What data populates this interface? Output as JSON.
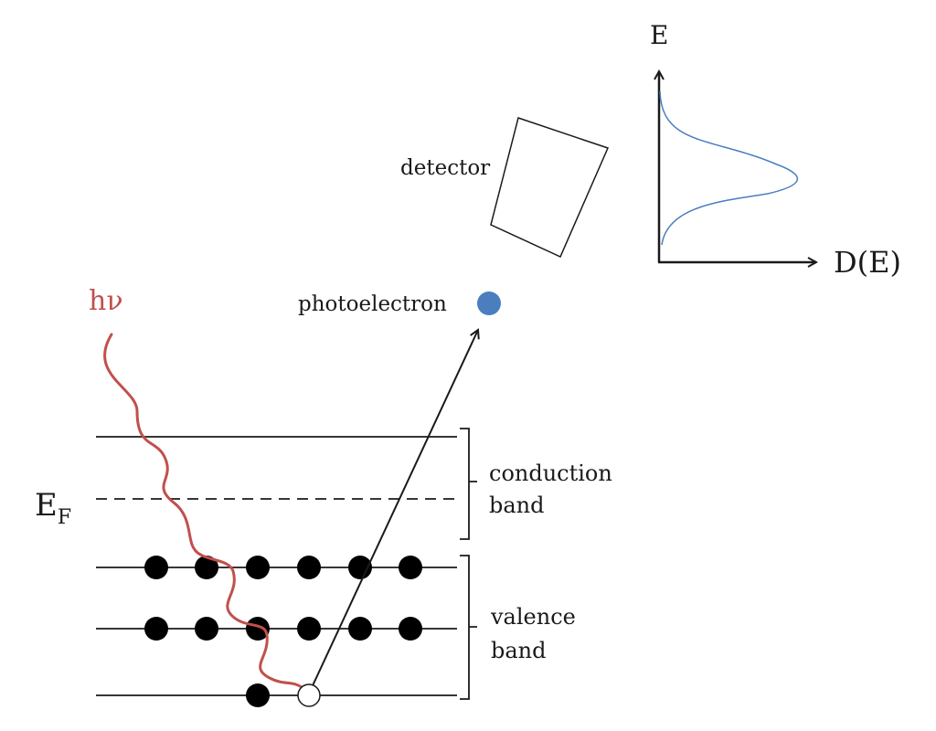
{
  "labels": {
    "photon": "hν",
    "photoelectron": "photoelectron",
    "detector": "detector",
    "energy_axis": "E",
    "dos_axis": "D(E)",
    "fermi_main": "E",
    "fermi_sub": "F",
    "conduction_line1": "conduction",
    "conduction_line2": "band",
    "valence_line1": "valence",
    "valence_line2": "band"
  },
  "colors": {
    "photon": "#c0504d",
    "photoelectron": "#4a7ebf",
    "dos_curve": "#4a7ebf",
    "lines": "#1a1a1a",
    "electron": "#000000",
    "hole_fill": "#ffffff"
  },
  "bands": {
    "conduction": {
      "level_count": 1,
      "fermi_level_dashed": true
    },
    "valence": {
      "electrons_per_level": [
        6,
        6,
        1
      ],
      "holes_on_bottom_level": 1
    }
  }
}
